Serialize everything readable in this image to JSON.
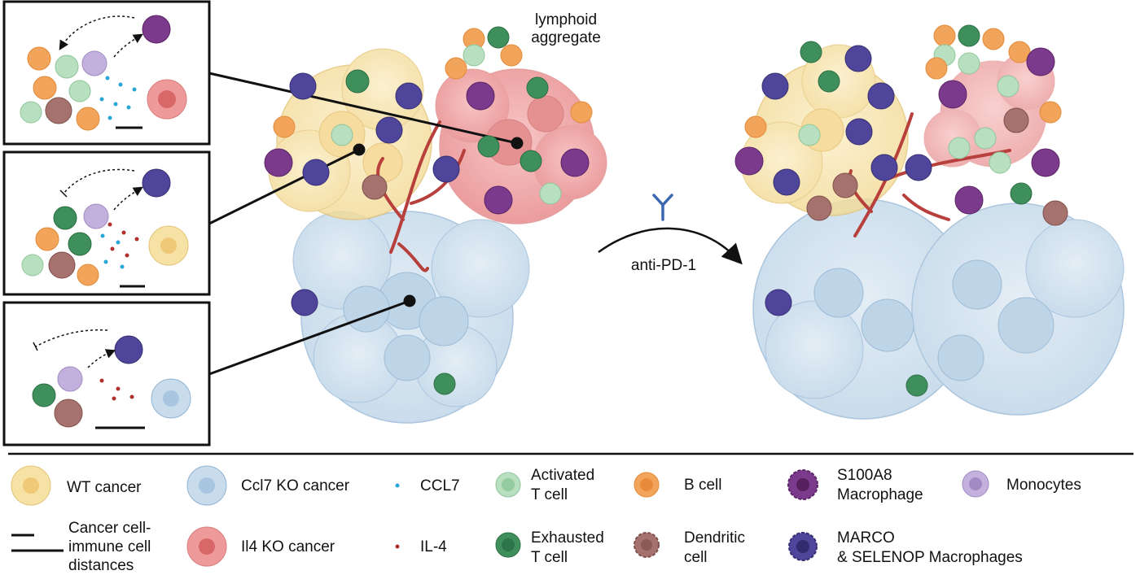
{
  "diagram": {
    "top_label": "lymphoid\naggregate",
    "treatment_label": "anti-PD-1",
    "treatment_icon": "antibody-icon"
  },
  "legend": {
    "wt_cancer": "WT cancer",
    "ccl7_ko": "Ccl7 KO cancer",
    "ccl7": "CCL7",
    "activated_t": "Activated\nT cell",
    "b_cell": "B cell",
    "s100a8": "S100A8\nMacrophage",
    "monocytes": "Monocytes",
    "distances": "Cancer cell-\nimmune cell\ndistances",
    "il4_ko": "Il4 KO cancer",
    "il4": "IL-4",
    "exhausted_t": "Exhausted\nT cell",
    "dendritic": "Dendritic\ncell",
    "marco": "MARCO\n& SELENOP Macrophages"
  },
  "colors": {
    "wt_cancer": "#f7e2a6",
    "ccl7_ko_cancer": "#c9dcec",
    "il4_ko_cancer": "#ee9a9a",
    "ccl7_dot": "#2aa6d6",
    "il4_dot": "#b0302c",
    "activated_t": "#b8dfc0",
    "exhausted_t": "#3e8f5c",
    "b_cell": "#f2a45a",
    "s100a8_macrophage": "#7c3a8c",
    "marco_macrophage": "#4f459a",
    "monocyte": "#c4b0dc",
    "dendritic": "#a6726e",
    "vessel": "#b8403c"
  }
}
